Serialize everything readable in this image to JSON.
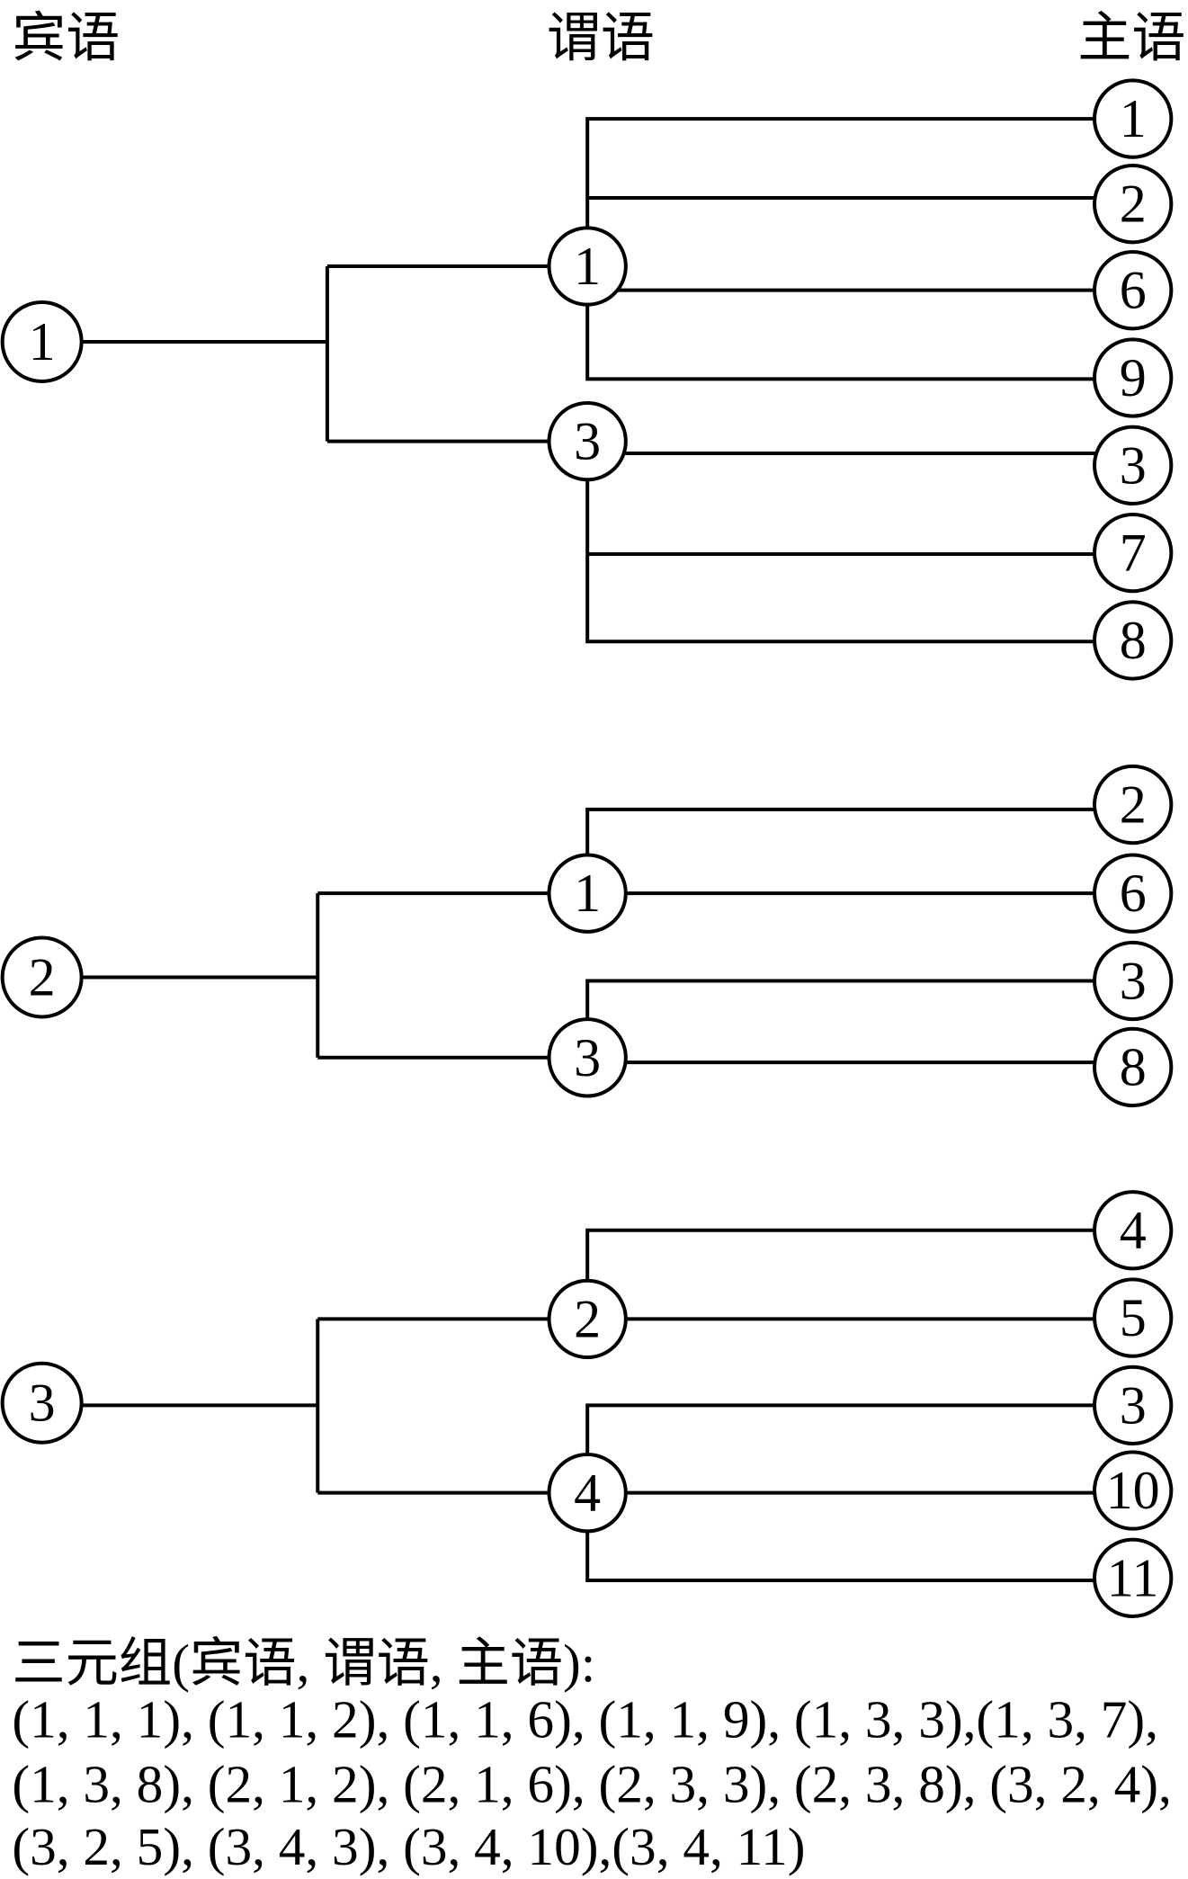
{
  "headers": {
    "object": "宾语",
    "predicate": "谓语",
    "subject": "主语"
  },
  "trees": [
    {
      "object": "1",
      "predicates": [
        {
          "label": "1",
          "subjects": [
            "1",
            "2",
            "6",
            "9"
          ]
        },
        {
          "label": "3",
          "subjects": [
            "3",
            "7",
            "8"
          ]
        }
      ]
    },
    {
      "object": "2",
      "predicates": [
        {
          "label": "1",
          "subjects": [
            "2",
            "6"
          ]
        },
        {
          "label": "3",
          "subjects": [
            "3",
            "8"
          ]
        }
      ]
    },
    {
      "object": "3",
      "predicates": [
        {
          "label": "2",
          "subjects": [
            "4",
            "5"
          ]
        },
        {
          "label": "4",
          "subjects": [
            "3",
            "10",
            "11"
          ]
        }
      ]
    }
  ],
  "triples": {
    "caption": "三元组(宾语, 谓语, 主语):",
    "lines": [
      "(1, 1, 1), (1, 1, 2), (1, 1, 6), (1, 1, 9), (1, 3, 3),(1, 3, 7),",
      "(1, 3, 8), (2, 1, 2), (2, 1, 6), (2, 3, 3), (2, 3, 8), (3, 2, 4),",
      "(3, 2, 5), (3, 4, 3), (3, 4, 10),(3, 4, 11)"
    ]
  }
}
